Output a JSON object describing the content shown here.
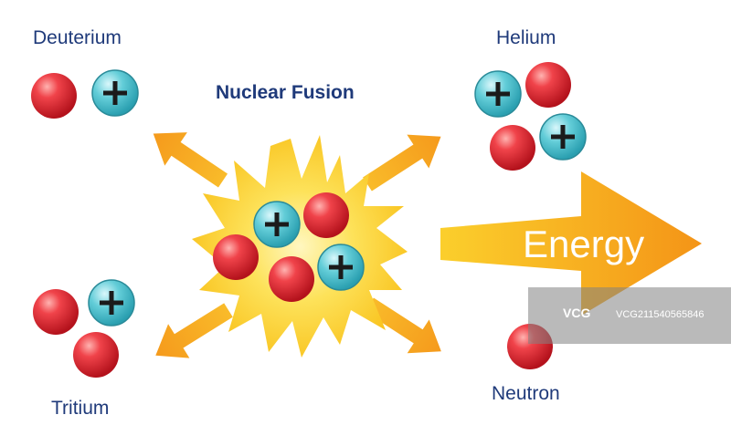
{
  "title": "Nuclear Fusion",
  "labels": {
    "deuterium": "Deuterium",
    "helium": "Helium",
    "tritium": "Tritium",
    "neutron": "Neutron",
    "energy": "Energy"
  },
  "watermark": {
    "logo": "VCG",
    "id": "VCG211540565846"
  },
  "colors": {
    "proton_fill": "#4fc3cf",
    "neutron_fill": "#e0363a",
    "arrow_orange": "#f7a823",
    "burst_yellow": "#fbd330",
    "text_navy": "#1f3a7a"
  }
}
